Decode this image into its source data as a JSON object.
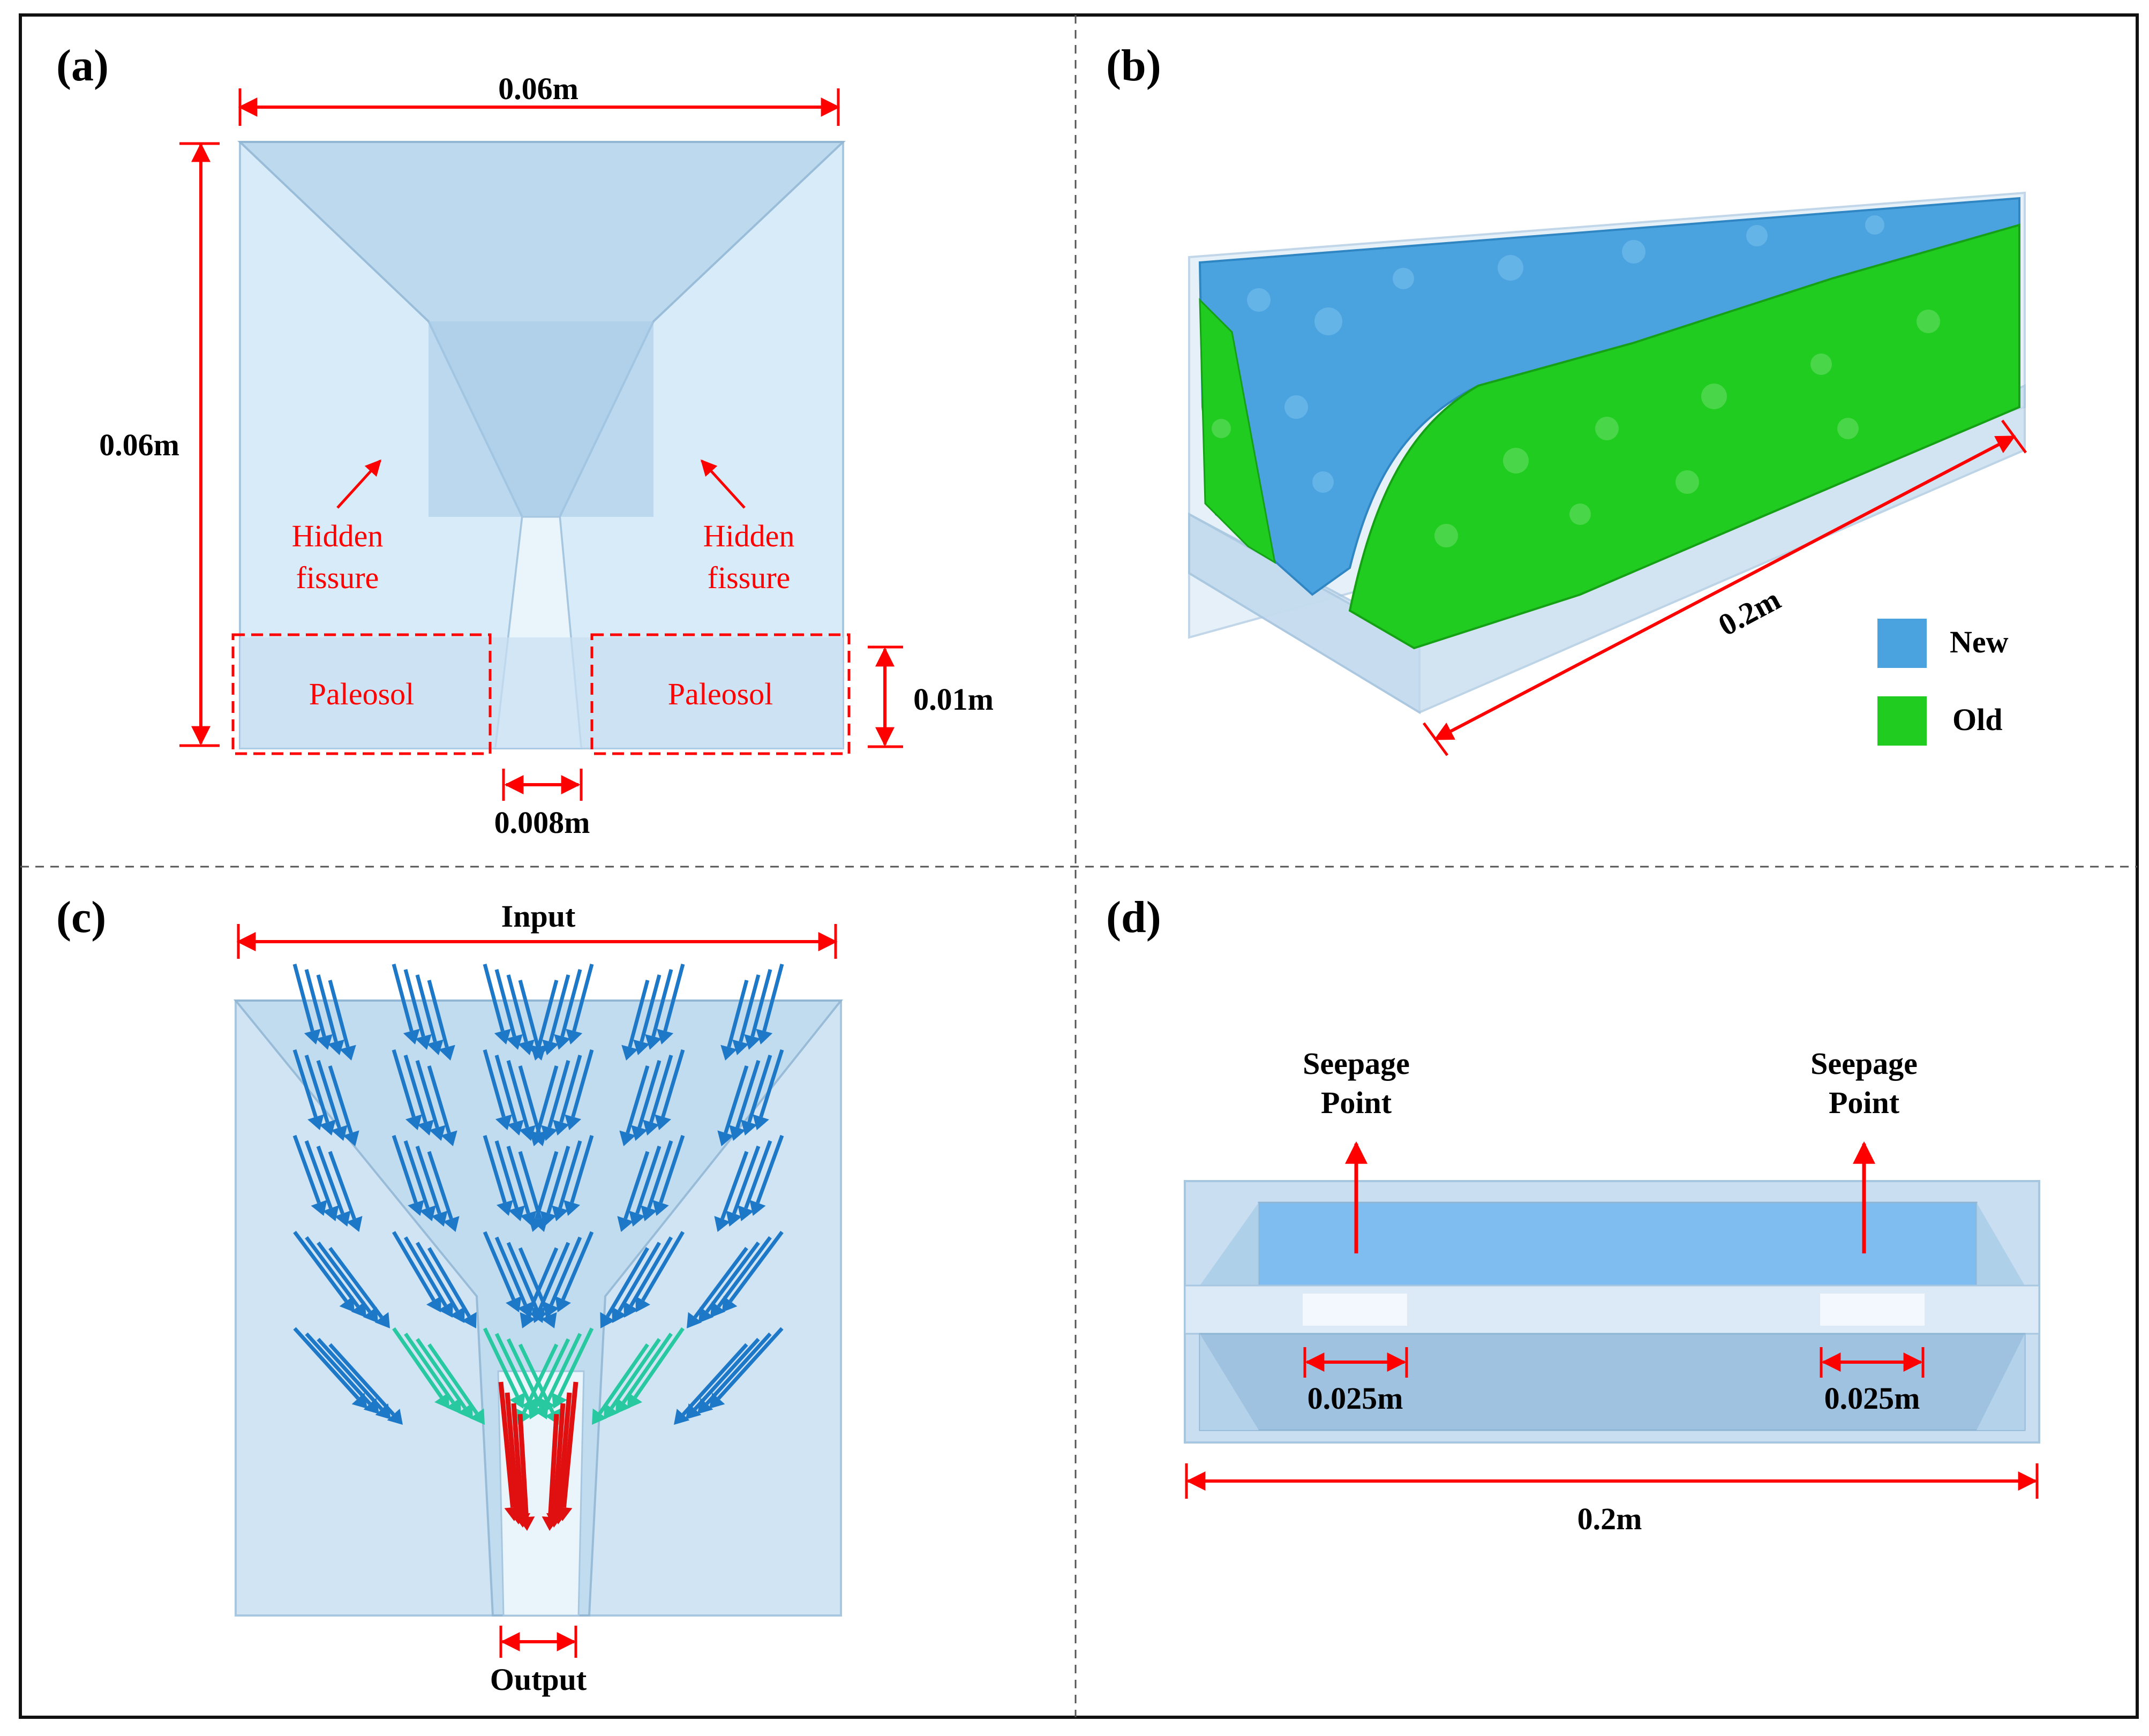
{
  "panels": {
    "a": {
      "label": "(a)",
      "width_dim": "0.06m",
      "height_dim": "0.06m",
      "hidden_fissure_left": [
        "Hidden",
        "fissure"
      ],
      "hidden_fissure_right": [
        "Hidden",
        "fissure"
      ],
      "paleosol_left": "Paleosol",
      "paleosol_right": "Paleosol",
      "paleosol_thickness": "0.01m",
      "gap_width": "0.008m"
    },
    "b": {
      "label": "(b)",
      "length_dim": "0.2m",
      "legend": [
        {
          "name": "New",
          "color": "#4aa3df"
        },
        {
          "name": "Old",
          "color": "#1fcc1f"
        }
      ]
    },
    "c": {
      "label": "(c)",
      "input_label": "Input",
      "output_label": "Output"
    },
    "d": {
      "label": "(d)",
      "seepage_left": [
        "Seepage",
        "Point"
      ],
      "seepage_right": [
        "Seepage",
        "Point"
      ],
      "window_left": "0.025m",
      "window_right": "0.025m",
      "length_dim": "0.2m"
    }
  },
  "colors": {
    "dimension_red": "#ff0000",
    "box_blue": "#bcd9ee",
    "arrow_blue": "#1e78c8",
    "arrow_teal": "#28c8a0",
    "arrow_red": "#e01010"
  }
}
